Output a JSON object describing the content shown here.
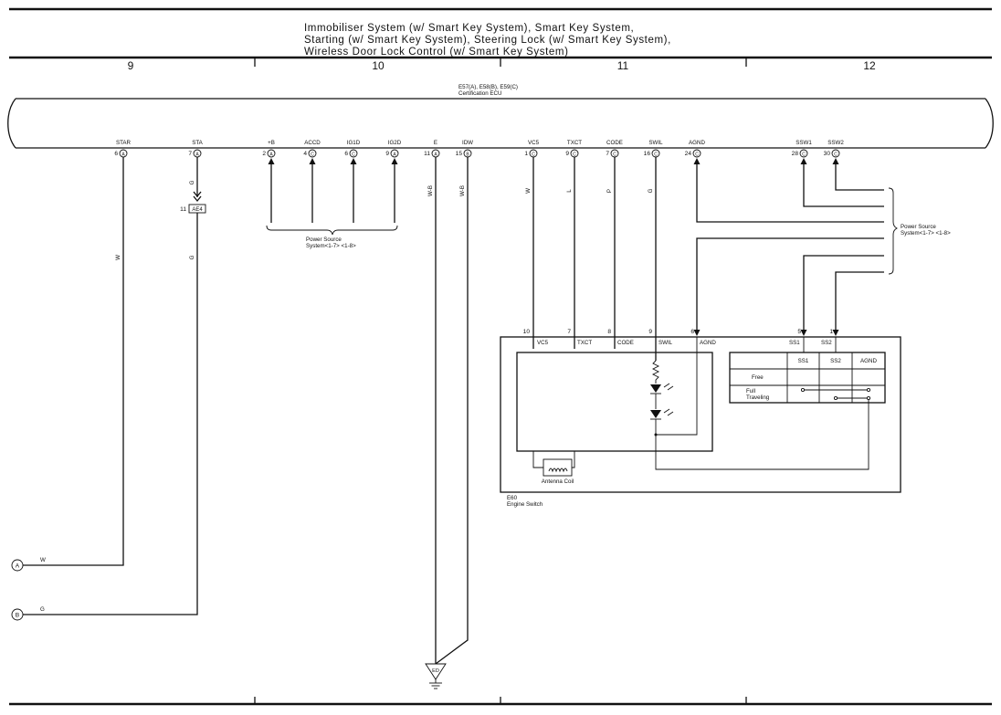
{
  "title": {
    "line1": "Immobiliser System (w/ Smart Key System),  Smart Key System,",
    "line2": "Starting (w/ Smart Key System),  Steering Lock (w/ Smart Key System),",
    "line3": "Wireless Door Lock Control (w/ Smart Key System)"
  },
  "columns": [
    "9",
    "10",
    "11",
    "12"
  ],
  "ecu": {
    "codes": "E57(A), E58(B), E59(C)",
    "name": "Certification ECU",
    "terminals": [
      {
        "name": "STAR",
        "pin": "6",
        "conn": "A"
      },
      {
        "name": "STA",
        "pin": "7",
        "conn": "A"
      },
      {
        "name": "+B",
        "pin": "2",
        "conn": "A"
      },
      {
        "name": "ACCD",
        "pin": "4",
        "conn": "C"
      },
      {
        "name": "IG1D",
        "pin": "6",
        "conn": "C"
      },
      {
        "name": "IG2D",
        "pin": "9",
        "conn": "A"
      },
      {
        "name": "E",
        "pin": "11",
        "conn": "A"
      },
      {
        "name": "IDW",
        "pin": "15",
        "conn": "B"
      },
      {
        "name": "VC5",
        "pin": "1",
        "conn": "C"
      },
      {
        "name": "TXCT",
        "pin": "9",
        "conn": "C"
      },
      {
        "name": "CODE",
        "pin": "7",
        "conn": "C"
      },
      {
        "name": "SWIL",
        "pin": "16",
        "conn": "C"
      },
      {
        "name": "AGND",
        "pin": "24",
        "conn": "C"
      },
      {
        "name": "SSW1",
        "pin": "28",
        "conn": "C"
      },
      {
        "name": "SSW2",
        "pin": "30",
        "conn": "C"
      }
    ]
  },
  "wire_colors": {
    "star": "W",
    "sta": "G",
    "sta_lower": "G",
    "e": "W-B",
    "idw": "W-B",
    "vc5": "W",
    "txct": "L",
    "code": "P",
    "swil": "G",
    "ref_a": "W",
    "ref_b": "G"
  },
  "junction": {
    "pin": "11",
    "code": "AE4"
  },
  "power_source_left": {
    "line1": "Power Source",
    "line2": "System<1-7> <1-8>"
  },
  "power_source_right": {
    "line1": "Power Source",
    "line2": "System<1-7> <1-8>"
  },
  "engine_switch": {
    "code": "E60",
    "name": "Engine Switch",
    "pins": [
      {
        "pin": "10",
        "name": "VC5"
      },
      {
        "pin": "7",
        "name": "TXCT"
      },
      {
        "pin": "8",
        "name": "CODE"
      },
      {
        "pin": "9",
        "name": "SWIL"
      },
      {
        "pin": "6",
        "name": "AGND"
      },
      {
        "pin": "5",
        "name": "SS1"
      },
      {
        "pin": "1",
        "name": "SS2"
      }
    ],
    "antenna": "Antenna Coil",
    "table": {
      "headers": [
        "SS1",
        "SS2",
        "AGND"
      ],
      "rows": [
        {
          "line1": "Free",
          "line2": ""
        },
        {
          "line1": "Full",
          "line2": "Traveling"
        }
      ]
    }
  },
  "refs": {
    "a": "A",
    "b": "B"
  },
  "ground": {
    "code": "ED"
  }
}
